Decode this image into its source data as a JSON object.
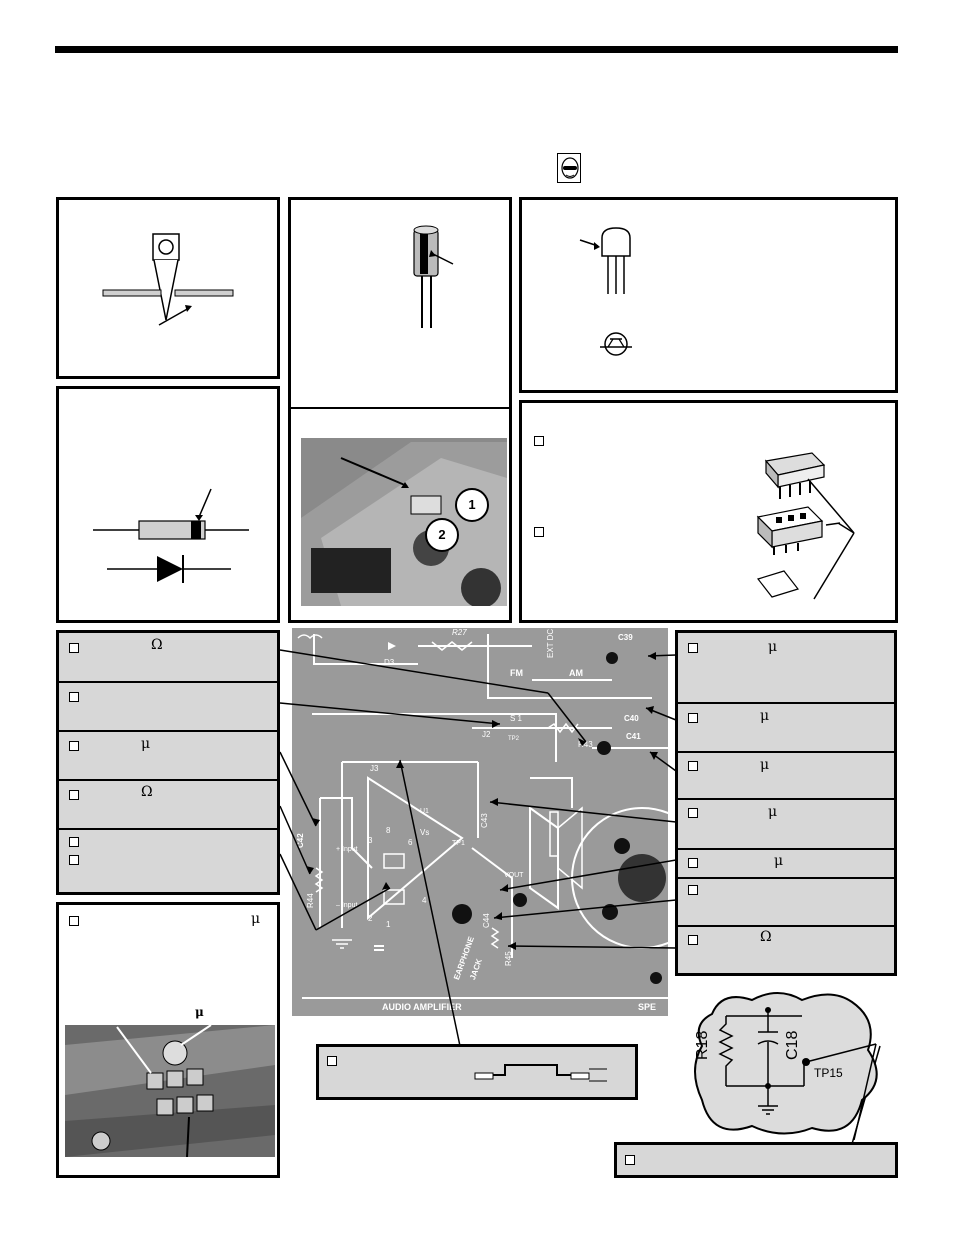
{
  "symbols": {
    "ohm": "Ω",
    "micro": "μ",
    "ic_pin8": "8",
    "ic_pin6": "6",
    "ic_pin3": "3",
    "ic_pin2": "2",
    "ic_pin1": "1",
    "ic_pin4": "4",
    "b1": "1",
    "b2": "2"
  },
  "pcb_labels": {
    "r27": "R27",
    "d3": "D3",
    "ext_dc": "EXT DC",
    "c39": "C39",
    "fm": "FM",
    "am": "AM",
    "s1": "S 1",
    "c40": "C40",
    "c41": "C41",
    "j2": "J2",
    "tp2": "TP2",
    "r43": "R43",
    "j3": "J3",
    "u1": "U1",
    "c42": "C42",
    "plus_input": "+ Input",
    "minus_input": "– Input",
    "vs": "Vs",
    "tp1": "TP1",
    "c43": "C43",
    "vout": "VOUT",
    "c44": "C44",
    "r44": "R44",
    "r45": "R45",
    "earphone": "EARPHONE",
    "jack": "JACK",
    "audio_amp": "AUDIO AMPLIFIER",
    "spk": "SPE"
  },
  "schematic_labels": {
    "r18": "R18",
    "c18": "C18",
    "tp15": "TP15"
  },
  "colors": {
    "panel_gray": "#d7d7d7",
    "pcb_gray": "#9a9a9a",
    "photo_gray": "#7d7d7d"
  },
  "icons": {
    "goggles": "safety-goggles-icon"
  }
}
